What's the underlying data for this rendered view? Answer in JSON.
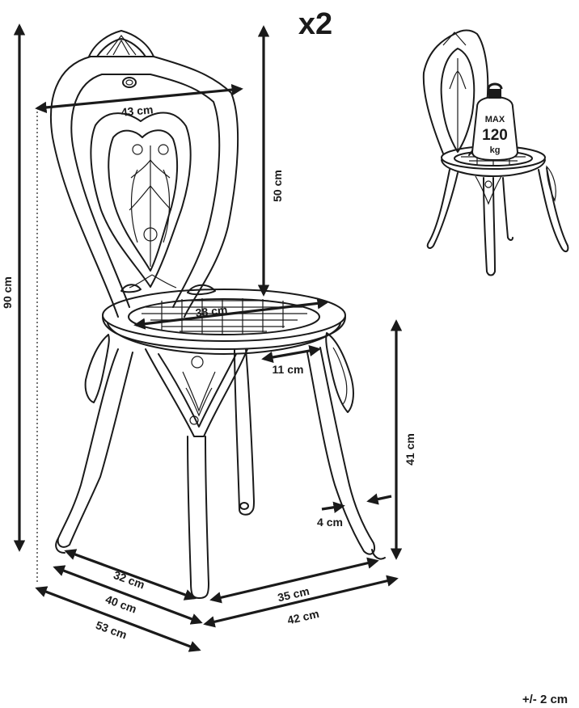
{
  "quantity": "x2",
  "tolerance": "+/- 2 cm",
  "max_load": {
    "line1": "MAX",
    "line2": "120",
    "line3": "kg"
  },
  "dimensions": {
    "back_width": "43 cm",
    "back_height": "50 cm",
    "total_height": "90 cm",
    "seat_diameter": "38 cm",
    "seat_gap": "11 cm",
    "seat_height": "41 cm",
    "leg_width": "4 cm",
    "depth_inner": "32 cm",
    "depth_mid": "40 cm",
    "depth_outer": "53 cm",
    "width_inner": "35 cm",
    "width_outer": "42 cm"
  }
}
